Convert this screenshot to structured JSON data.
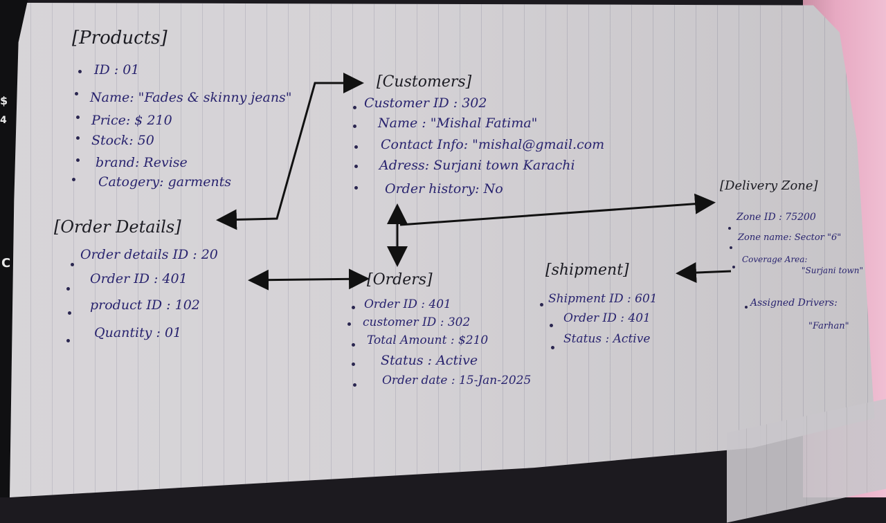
{
  "products": {
    "title": "[Products]",
    "fields": [
      "ID : 01",
      "Name: \"Fades & skinny jeans\"",
      "Price: $ 210",
      "Stock: 50",
      "brand: Revise",
      "Catogery: garments"
    ]
  },
  "customers": {
    "title": "[Customers]",
    "fields": [
      "Customer ID : 302",
      "Name : \"Mishal Fatima\"",
      "Contact Info: \"mishal@gmail.com",
      "Adress: Surjani town  Karachi",
      "Order history: No"
    ]
  },
  "order_details": {
    "title": "[Order Details]",
    "fields": [
      "Order details ID : 20",
      "Order ID : 401",
      "product ID : 102",
      "Quantity : 01"
    ]
  },
  "orders": {
    "title": "[Orders]",
    "fields": [
      "Order ID : 401",
      "customer ID : 302",
      "Total Amount : $210",
      "Status : Active",
      "Order date : 15-Jan-2025"
    ]
  },
  "shipment": {
    "title": "[shipment]",
    "fields": [
      "Shipment ID : 601",
      "Order ID : 401",
      "Status : Active"
    ]
  },
  "delivery_zone": {
    "title": "[Delivery Zone]",
    "fields": [
      "Zone ID : 75200",
      "Zone name: Sector \"6\"",
      "Coverage Area:",
      "\"Surjani town\"",
      "Assigned Drivers:",
      "\"Farhan\""
    ]
  },
  "edge_glyphs": [
    "$",
    "4",
    "C"
  ]
}
